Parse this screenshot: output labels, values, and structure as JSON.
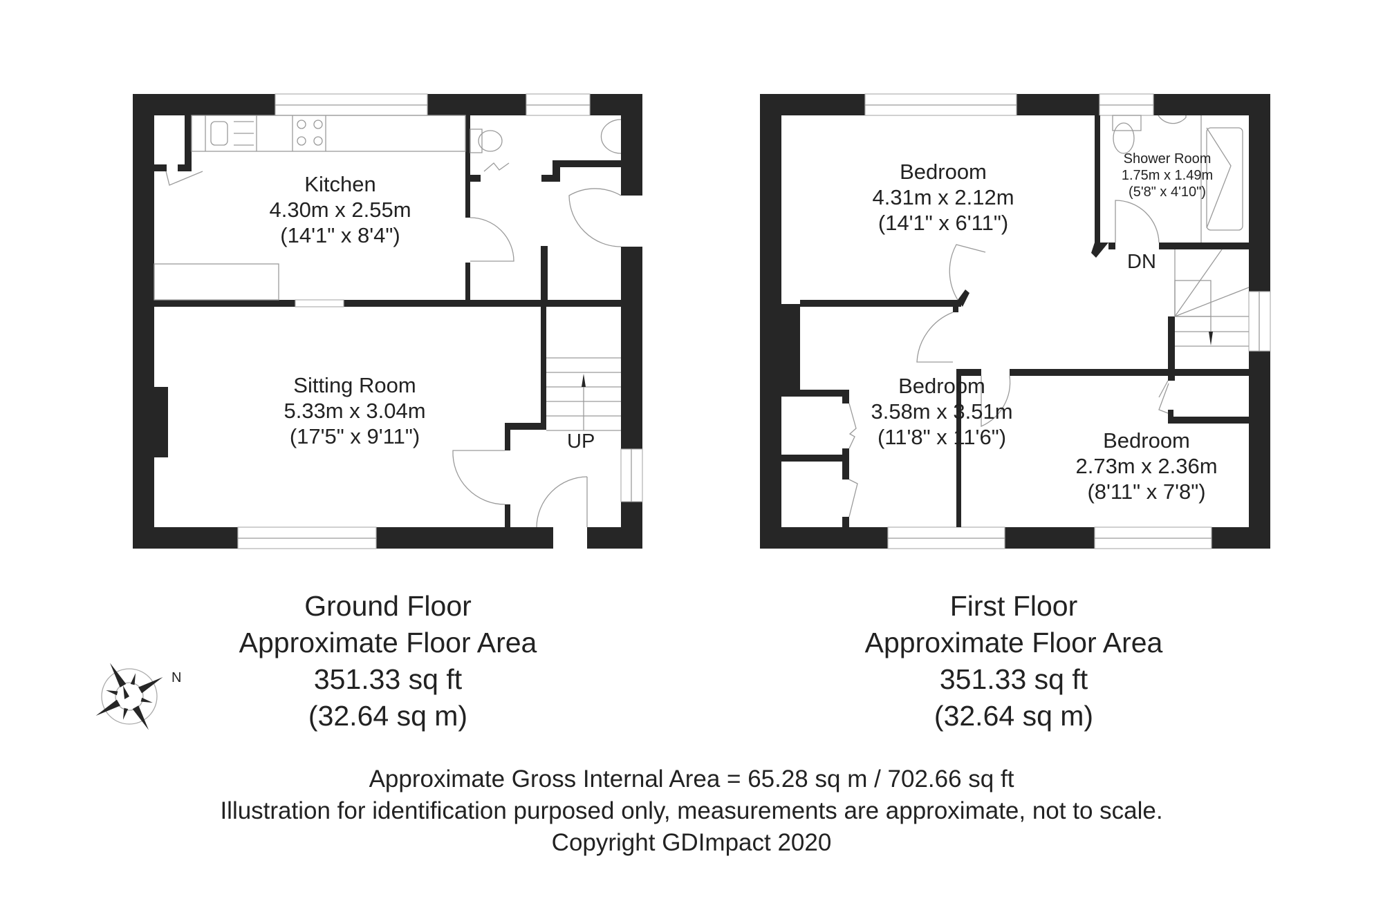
{
  "ground_floor": {
    "caption": {
      "title": "Ground Floor",
      "subtitle": "Approximate Floor Area",
      "area_sqft": "351.33 sq ft",
      "area_sqm": "(32.64 sq m)"
    },
    "rooms": [
      {
        "name": "Kitchen",
        "metric": "4.30m x 2.55m",
        "imperial": "(14'1\" x 8'4\")"
      },
      {
        "name": "Sitting Room",
        "metric": "5.33m x 3.04m",
        "imperial": "(17'5\" x 9'11\")"
      }
    ],
    "stairs_label": "UP"
  },
  "first_floor": {
    "caption": {
      "title": "First Floor",
      "subtitle": "Approximate Floor Area",
      "area_sqft": "351.33 sq ft",
      "area_sqm": "(32.64 sq m)"
    },
    "rooms": [
      {
        "name": "Bedroom",
        "metric": "4.31m x 2.12m",
        "imperial": "(14'1\" x 6'11\")"
      },
      {
        "name": "Shower Room",
        "metric": "1.75m x 1.49m",
        "imperial": "(5'8\" x 4'10\")"
      },
      {
        "name": "Bedroom",
        "metric": "3.58m x 3.51m",
        "imperial": "(11'8\" x 11'6\")"
      },
      {
        "name": "Bedroom",
        "metric": "2.73m x 2.36m",
        "imperial": "(8'11\" x 7'8\")"
      }
    ],
    "stairs_label": "DN"
  },
  "compass": {
    "icon": "compass-rose-icon",
    "north_label": "N"
  },
  "footer": {
    "gross_area": "Approximate Gross Internal Area = 65.28 sq m / 702.66 sq ft",
    "disclaimer": "Illustration for identification purposed only, measurements are approximate, not to scale.",
    "copyright": "Copyright GDImpact 2020"
  },
  "colors": {
    "wall": "#262626",
    "background": "#ffffff",
    "fixture_line": "#9a9a9a",
    "text": "#222222"
  }
}
